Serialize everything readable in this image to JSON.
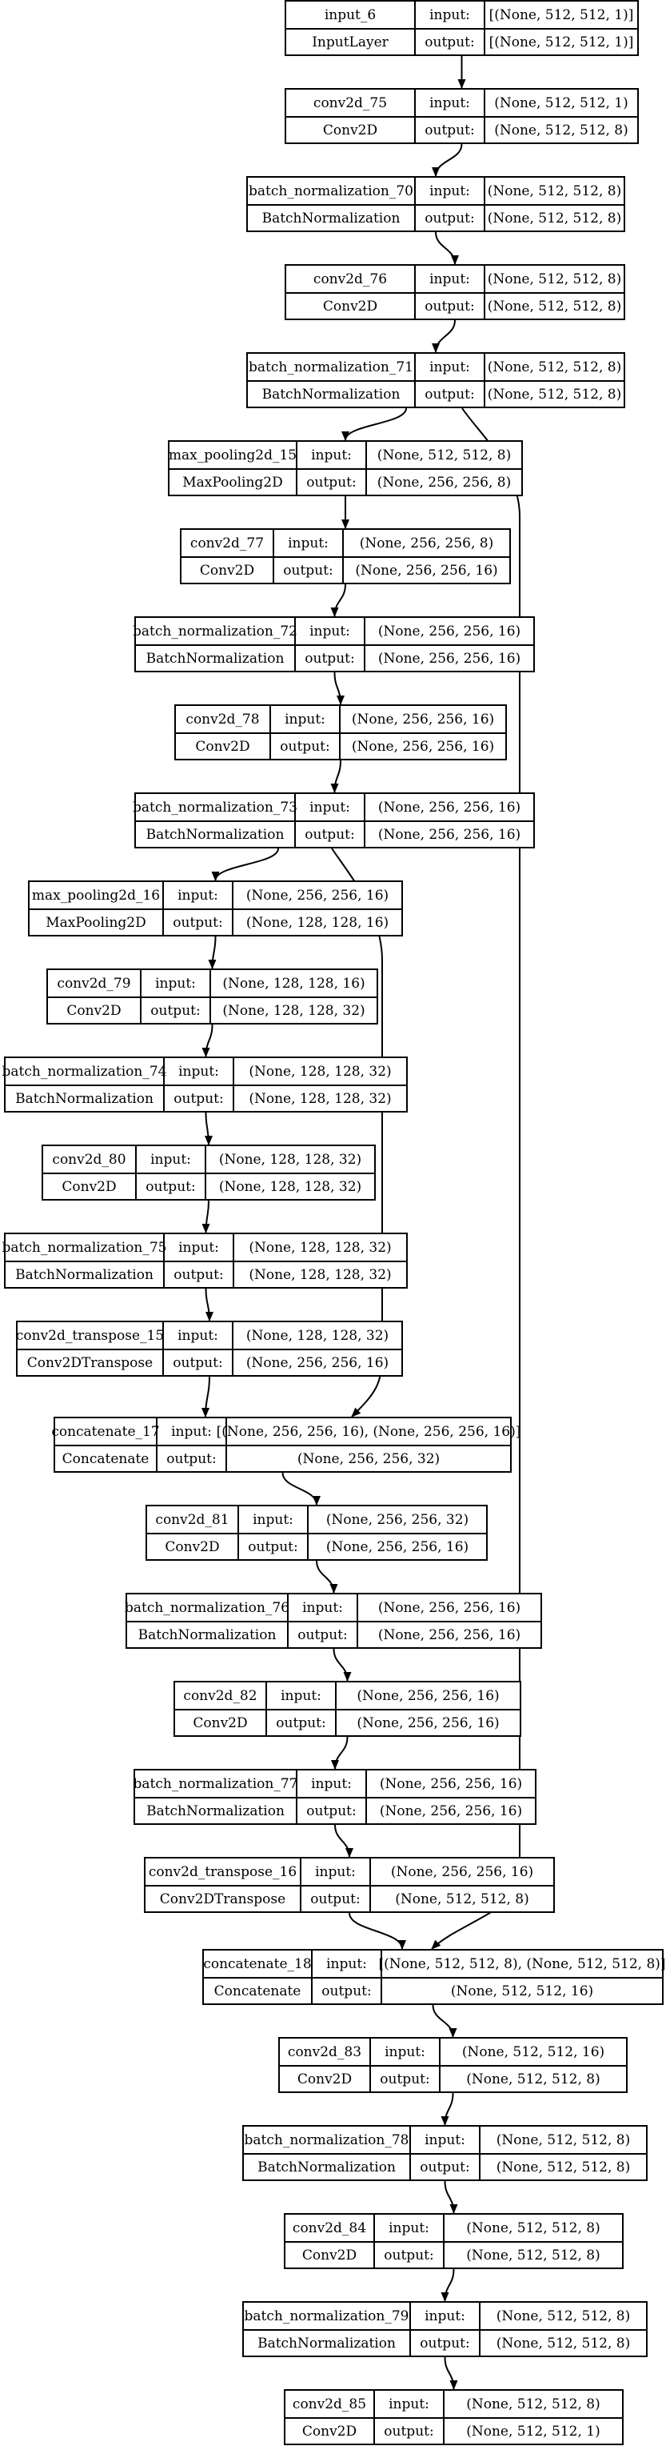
{
  "diagram": {
    "port_labels": {
      "input": "input:",
      "output": "output:"
    },
    "nodes": [
      {
        "name": "input_6",
        "type": "InputLayer",
        "input": "[(None, 512, 512, 1)]",
        "output": "[(None, 512, 512, 1)]"
      },
      {
        "name": "conv2d_75",
        "type": "Conv2D",
        "input": "(None, 512, 512, 1)",
        "output": "(None, 512, 512, 8)"
      },
      {
        "name": "batch_normalization_70",
        "type": "BatchNormalization",
        "input": "(None, 512, 512, 8)",
        "output": "(None, 512, 512, 8)"
      },
      {
        "name": "conv2d_76",
        "type": "Conv2D",
        "input": "(None, 512, 512, 8)",
        "output": "(None, 512, 512, 8)"
      },
      {
        "name": "batch_normalization_71",
        "type": "BatchNormalization",
        "input": "(None, 512, 512, 8)",
        "output": "(None, 512, 512, 8)"
      },
      {
        "name": "max_pooling2d_15",
        "type": "MaxPooling2D",
        "input": "(None, 512, 512, 8)",
        "output": "(None, 256, 256, 8)"
      },
      {
        "name": "conv2d_77",
        "type": "Conv2D",
        "input": "(None, 256, 256, 8)",
        "output": "(None, 256, 256, 16)"
      },
      {
        "name": "batch_normalization_72",
        "type": "BatchNormalization",
        "input": "(None, 256, 256, 16)",
        "output": "(None, 256, 256, 16)"
      },
      {
        "name": "conv2d_78",
        "type": "Conv2D",
        "input": "(None, 256, 256, 16)",
        "output": "(None, 256, 256, 16)"
      },
      {
        "name": "batch_normalization_73",
        "type": "BatchNormalization",
        "input": "(None, 256, 256, 16)",
        "output": "(None, 256, 256, 16)"
      },
      {
        "name": "max_pooling2d_16",
        "type": "MaxPooling2D",
        "input": "(None, 256, 256, 16)",
        "output": "(None, 128, 128, 16)"
      },
      {
        "name": "conv2d_79",
        "type": "Conv2D",
        "input": "(None, 128, 128, 16)",
        "output": "(None, 128, 128, 32)"
      },
      {
        "name": "batch_normalization_74",
        "type": "BatchNormalization",
        "input": "(None, 128, 128, 32)",
        "output": "(None, 128, 128, 32)"
      },
      {
        "name": "conv2d_80",
        "type": "Conv2D",
        "input": "(None, 128, 128, 32)",
        "output": "(None, 128, 128, 32)"
      },
      {
        "name": "batch_normalization_75",
        "type": "BatchNormalization",
        "input": "(None, 128, 128, 32)",
        "output": "(None, 128, 128, 32)"
      },
      {
        "name": "conv2d_transpose_15",
        "type": "Conv2DTranspose",
        "input": "(None, 128, 128, 32)",
        "output": "(None, 256, 256, 16)"
      },
      {
        "name": "concatenate_17",
        "type": "Concatenate",
        "input": "[(None, 256, 256, 16), (None, 256, 256, 16)]",
        "output": "(None, 256, 256, 32)"
      },
      {
        "name": "conv2d_81",
        "type": "Conv2D",
        "input": "(None, 256, 256, 32)",
        "output": "(None, 256, 256, 16)"
      },
      {
        "name": "batch_normalization_76",
        "type": "BatchNormalization",
        "input": "(None, 256, 256, 16)",
        "output": "(None, 256, 256, 16)"
      },
      {
        "name": "conv2d_82",
        "type": "Conv2D",
        "input": "(None, 256, 256, 16)",
        "output": "(None, 256, 256, 16)"
      },
      {
        "name": "batch_normalization_77",
        "type": "BatchNormalization",
        "input": "(None, 256, 256, 16)",
        "output": "(None, 256, 256, 16)"
      },
      {
        "name": "conv2d_transpose_16",
        "type": "Conv2DTranspose",
        "input": "(None, 256, 256, 16)",
        "output": "(None, 512, 512, 8)"
      },
      {
        "name": "concatenate_18",
        "type": "Concatenate",
        "input": "[(None, 512, 512, 8), (None, 512, 512, 8)]",
        "output": "(None, 512, 512, 16)"
      },
      {
        "name": "conv2d_83",
        "type": "Conv2D",
        "input": "(None, 512, 512, 16)",
        "output": "(None, 512, 512, 8)"
      },
      {
        "name": "batch_normalization_78",
        "type": "BatchNormalization",
        "input": "(None, 512, 512, 8)",
        "output": "(None, 512, 512, 8)"
      },
      {
        "name": "conv2d_84",
        "type": "Conv2D",
        "input": "(None, 512, 512, 8)",
        "output": "(None, 512, 512, 8)"
      },
      {
        "name": "batch_normalization_79",
        "type": "BatchNormalization",
        "input": "(None, 512, 512, 8)",
        "output": "(None, 512, 512, 8)"
      },
      {
        "name": "conv2d_85",
        "type": "Conv2D",
        "input": "(None, 512, 512, 8)",
        "output": "(None, 512, 512, 1)"
      }
    ],
    "edges": [
      [
        "input_6",
        "conv2d_75"
      ],
      [
        "conv2d_75",
        "batch_normalization_70"
      ],
      [
        "batch_normalization_70",
        "conv2d_76"
      ],
      [
        "conv2d_76",
        "batch_normalization_71"
      ],
      [
        "batch_normalization_71",
        "max_pooling2d_15"
      ],
      [
        "batch_normalization_71",
        "concatenate_18"
      ],
      [
        "max_pooling2d_15",
        "conv2d_77"
      ],
      [
        "conv2d_77",
        "batch_normalization_72"
      ],
      [
        "batch_normalization_72",
        "conv2d_78"
      ],
      [
        "conv2d_78",
        "batch_normalization_73"
      ],
      [
        "batch_normalization_73",
        "max_pooling2d_16"
      ],
      [
        "batch_normalization_73",
        "concatenate_17"
      ],
      [
        "max_pooling2d_16",
        "conv2d_79"
      ],
      [
        "conv2d_79",
        "batch_normalization_74"
      ],
      [
        "batch_normalization_74",
        "conv2d_80"
      ],
      [
        "conv2d_80",
        "batch_normalization_75"
      ],
      [
        "batch_normalization_75",
        "conv2d_transpose_15"
      ],
      [
        "conv2d_transpose_15",
        "concatenate_17"
      ],
      [
        "concatenate_17",
        "conv2d_81"
      ],
      [
        "conv2d_81",
        "batch_normalization_76"
      ],
      [
        "batch_normalization_76",
        "conv2d_82"
      ],
      [
        "conv2d_82",
        "batch_normalization_77"
      ],
      [
        "batch_normalization_77",
        "conv2d_transpose_16"
      ],
      [
        "conv2d_transpose_16",
        "concatenate_18"
      ],
      [
        "concatenate_18",
        "conv2d_83"
      ],
      [
        "conv2d_83",
        "batch_normalization_78"
      ],
      [
        "batch_normalization_78",
        "conv2d_84"
      ],
      [
        "conv2d_84",
        "batch_normalization_79"
      ],
      [
        "batch_normalization_79",
        "conv2d_85"
      ]
    ]
  }
}
